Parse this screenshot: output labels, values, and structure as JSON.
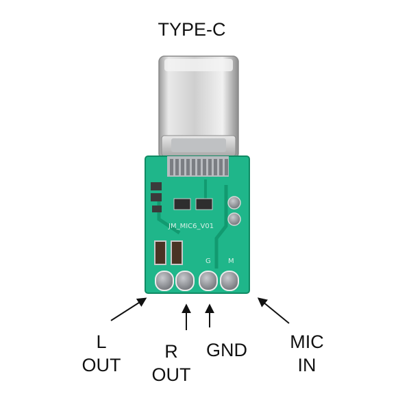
{
  "title": "TYPE-C",
  "board_silkscreen": "JM_MIC6_V01",
  "pin_marks": {
    "gnd": "G",
    "mic": "M"
  },
  "labels": {
    "l_out": {
      "line1": "L",
      "line2": "OUT"
    },
    "r_out": {
      "line1": "R",
      "line2": "OUT"
    },
    "gnd": {
      "line1": "GND"
    },
    "mic_in": {
      "line1": "MIC",
      "line2": "IN"
    }
  },
  "colors": {
    "pcb": "#1fb68a",
    "pcb_dark": "#129a70",
    "connector_metal": "#d6d6d6",
    "pad": "#8f9196",
    "text": "#111111"
  }
}
